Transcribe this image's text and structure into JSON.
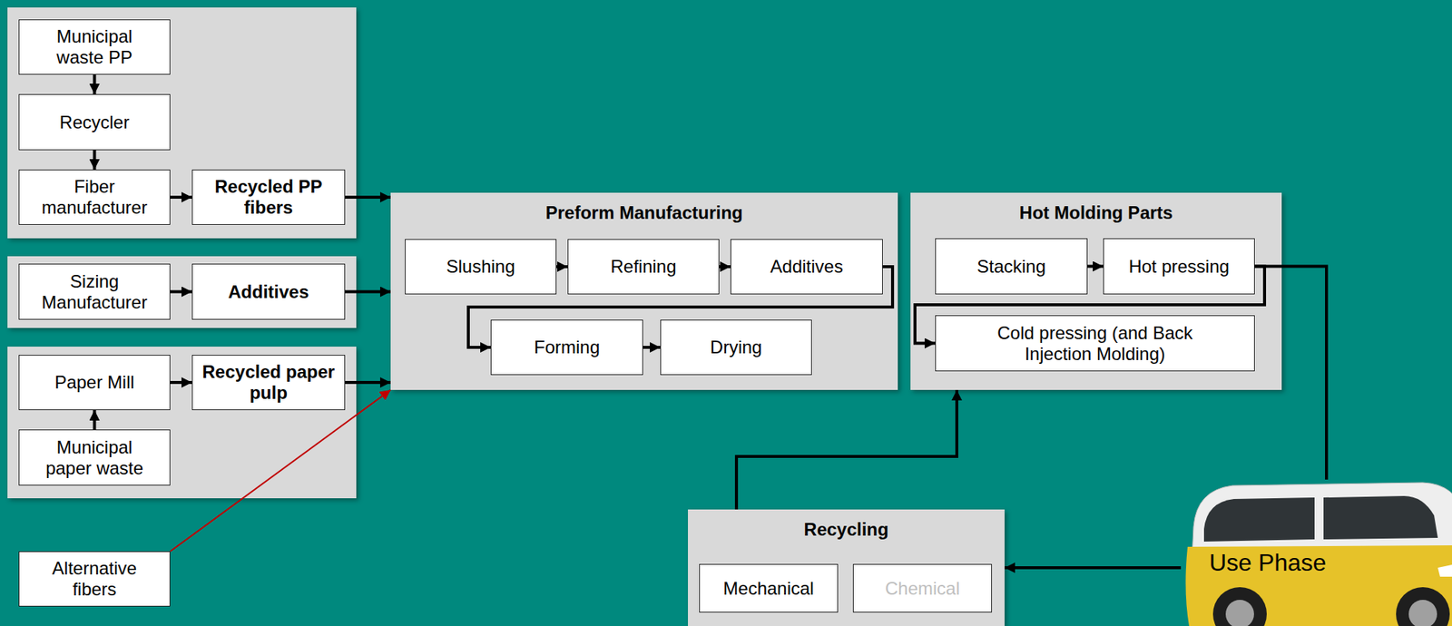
{
  "diagram": {
    "nodes": [
      {
        "text": [
          "Municipal waste PP"
        ]
      },
      {
        "text": [
          "Recycler"
        ]
      },
      {
        "text": [
          "Fiber manufacturer"
        ]
      },
      {
        "text": [
          "Recycled PP fibers"
        ]
      },
      {
        "text": [
          "Sizing Manufacturer"
        ]
      },
      {
        "text": [
          "Additives"
        ]
      },
      {
        "text": [
          "Paper Mill"
        ]
      },
      {
        "text": [
          "Recycled paper pulp"
        ]
      },
      {
        "text": [
          "Municipal paper waste"
        ]
      },
      {
        "text": [
          "Alternative fibers"
        ]
      },
      {
        "text": [
          "Preform Manufacturing"
        ]
      },
      {
        "text": [
          "Slushing"
        ],
        "in": 10
      },
      {
        "text": [
          "Refining"
        ],
        "in": 10
      },
      {
        "text": [
          "Additives"
        ],
        "in": 10
      },
      {
        "text": [
          "Forming"
        ],
        "in": 10
      },
      {
        "text": [
          "Drying"
        ],
        "in": 10
      },
      {
        "text": [
          "Hot Molding Parts"
        ]
      },
      {
        "text": [
          "Stacking"
        ],
        "in": 16
      },
      {
        "text": [
          "Hot pressing"
        ],
        "in": 16
      },
      {
        "text": [
          "Cold pressing (and Back Injection Molding)"
        ],
        "in": 16
      },
      {
        "text": [
          "Use Phase"
        ]
      },
      {
        "text": [
          "Recycling"
        ]
      },
      {
        "text": [
          "Mechanical"
        ],
        "in": 21
      },
      {
        "text": [
          "Chemical"
        ],
        "in": 21
      }
    ],
    "edges": [
      {
        "from": 0,
        "to": 1,
        "arrow": "to"
      },
      {
        "from": 1,
        "to": 2,
        "arrow": "to"
      },
      {
        "from": 2,
        "to": 3,
        "arrow": "to"
      },
      {
        "from": 3,
        "to": 10,
        "arrow": "to"
      },
      {
        "from": 4,
        "to": 5,
        "arrow": "to"
      },
      {
        "from": 5,
        "to": 10,
        "arrow": "to"
      },
      {
        "from": 8,
        "to": 6,
        "arrow": "to"
      },
      {
        "from": 6,
        "to": 7,
        "arrow": "to"
      },
      {
        "from": 7,
        "to": 10,
        "arrow": "to"
      },
      {
        "from": 9,
        "to": 10,
        "arrow": "to"
      },
      {
        "from": 11,
        "to": 12,
        "arrow": "to"
      },
      {
        "from": 12,
        "to": 13,
        "arrow": "to"
      },
      {
        "from": 13,
        "to": 14,
        "arrow": "to"
      },
      {
        "from": 14,
        "to": 15,
        "arrow": "to"
      },
      {
        "from": 17,
        "to": 18,
        "arrow": "to"
      },
      {
        "from": 18,
        "to": 19,
        "arrow": "to"
      },
      {
        "from": 18,
        "to": 20,
        "arrow": "none"
      },
      {
        "from": 20,
        "to": 21,
        "arrow": "to"
      },
      {
        "from": 21,
        "to": 16,
        "arrow": "to"
      }
    ]
  }
}
